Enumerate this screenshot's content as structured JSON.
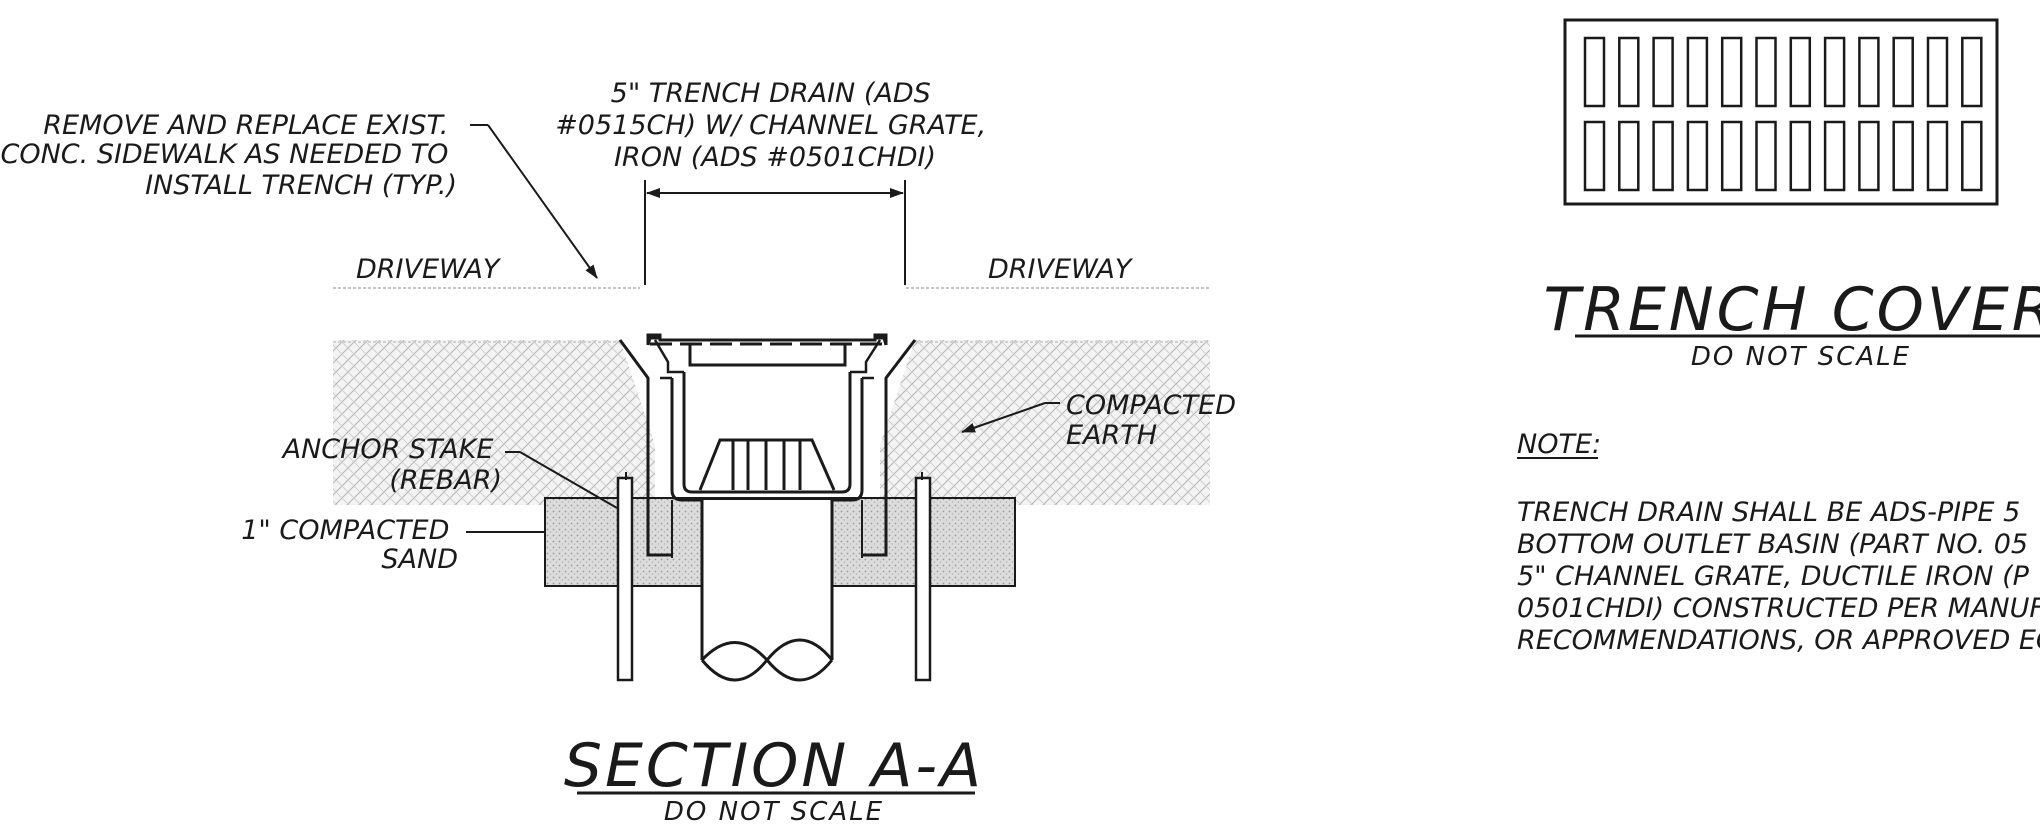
{
  "section": {
    "callout_top": [
      "5\" TRENCH DRAIN (ADS",
      "#0515CH) W/ CHANNEL GRATE,",
      "IRON (ADS #0501CHDI)"
    ],
    "callout_left": [
      "REMOVE AND REPLACE EXIST.",
      "CONC. SIDEWALK AS NEEDED TO",
      "INSTALL TRENCH (TYP.)"
    ],
    "driveway_left": "DRIVEWAY",
    "driveway_right": "DRIVEWAY",
    "compacted_earth": [
      "COMPACTED",
      "EARTH"
    ],
    "anchor_stake": [
      "ANCHOR STAKE",
      "(REBAR)"
    ],
    "compacted_sand": [
      "1\" COMPACTED",
      "SAND"
    ],
    "title": "SECTION A-A",
    "subtitle": "DO NOT SCALE"
  },
  "cover": {
    "title": "TRENCH COVER",
    "subtitle": "DO NOT SCALE"
  },
  "note": {
    "heading": "NOTE:",
    "lines": [
      "TRENCH DRAIN SHALL BE ADS-PIPE 5",
      "BOTTOM OUTLET BASIN (PART NO. 05",
      "5\" CHANNEL GRATE, DUCTILE IRON (P",
      "0501CHDI) CONSTRUCTED PER MANUF",
      "RECOMMENDATIONS, OR APPROVED EQ"
    ]
  }
}
